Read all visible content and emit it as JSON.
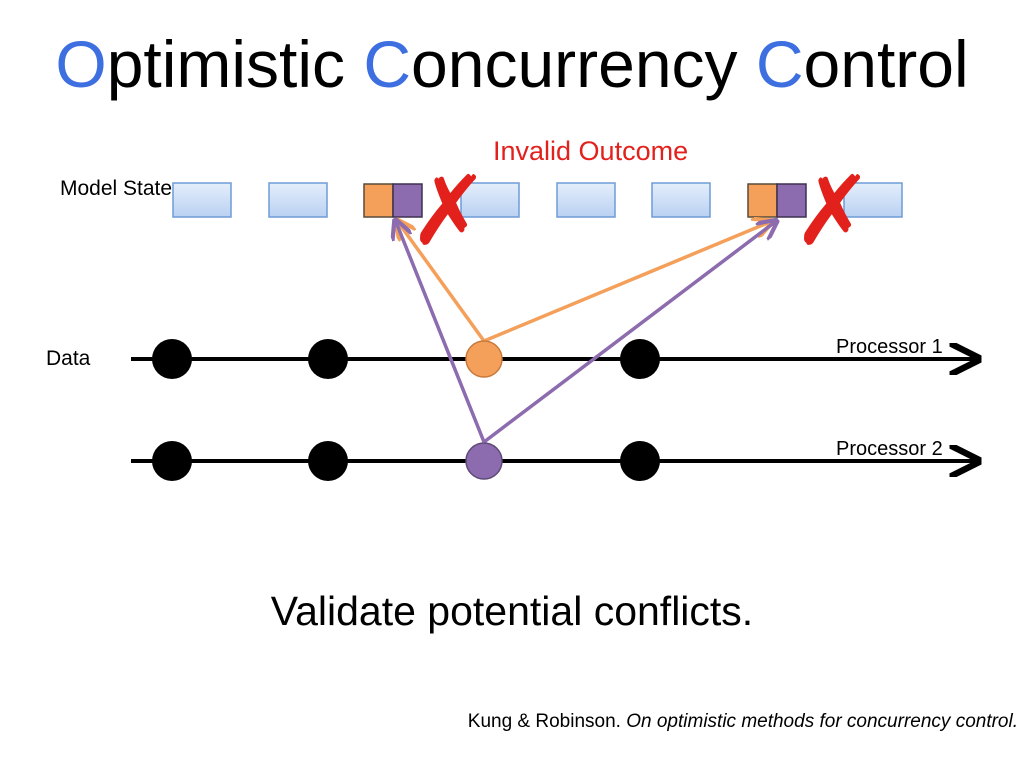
{
  "title": {
    "parts": [
      {
        "text": "O",
        "accent": true
      },
      {
        "text": "ptimistic ",
        "accent": false
      },
      {
        "text": "C",
        "accent": true
      },
      {
        "text": "oncurrency ",
        "accent": false
      },
      {
        "text": "C",
        "accent": true
      },
      {
        "text": "ontrol",
        "accent": false
      }
    ]
  },
  "labels": {
    "model_state": "Model State",
    "data": "Data",
    "processor_1": "Processor 1",
    "processor_2": "Processor 2",
    "invalid_outcome": "Invalid Outcome",
    "conflict_mark": "✗"
  },
  "caption": "Validate potential conflicts.",
  "citation": {
    "authors": "Kung & Robinson. ",
    "title": "On optimistic methods for concurrency control."
  },
  "colors": {
    "accent": "#3d6fe0",
    "orange": "#f4a05a",
    "purple": "#8c6bae",
    "invalid": "#e3211c",
    "state_box": "#c9dcf5",
    "state_box_border": "#6f9bd6"
  }
}
